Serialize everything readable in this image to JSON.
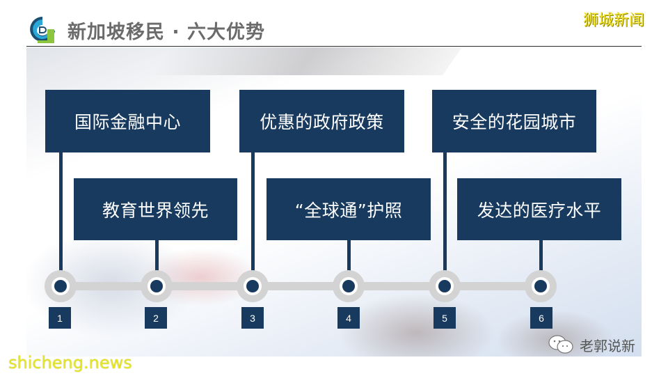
{
  "header": {
    "title": "新加坡移民 · 六大优势",
    "brand_watermark": "狮城新闻",
    "logo_icon": "gd-logo-icon"
  },
  "colors": {
    "card_bg": "#173a5e",
    "card_text": "#ffffff",
    "track": "#d3d3d3",
    "title_text": "#6b6b6b",
    "watermark_yellow": "#f1e52a"
  },
  "advantages": [
    {
      "number": "1",
      "label": "国际金融中心"
    },
    {
      "number": "2",
      "label": "教育世界领先"
    },
    {
      "number": "3",
      "label": "优惠的政府政策"
    },
    {
      "number": "4",
      "label": "“全球通”护照"
    },
    {
      "number": "5",
      "label": "安全的花园城市"
    },
    {
      "number": "6",
      "label": "发达的医疗水平"
    }
  ],
  "footer": {
    "wechat_account": "老郭说新",
    "wechat_icon": "wechat-icon",
    "site_watermark": "shicheng.news"
  }
}
